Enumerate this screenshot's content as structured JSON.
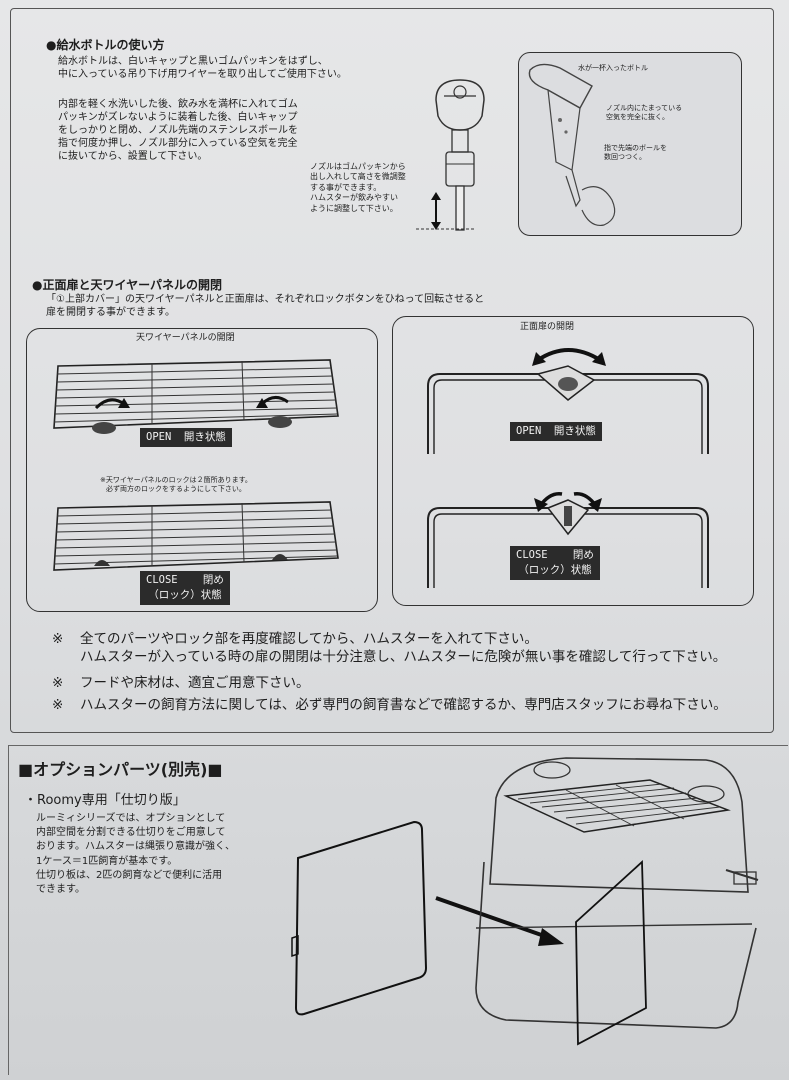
{
  "bottle_section": {
    "title": "●給水ボトルの使い方",
    "intro": "給水ボトルは、白いキャップと黒いゴムパッキンをはずし、\n中に入っている吊り下げ用ワイヤーを取り出してご使用下さい。",
    "steps": "内部を軽く水洗いした後、飲み水を満杯に入れてゴム\nパッキンがズレないように装着した後、白いキャップ\nをしっかりと閉め、ノズル先端のステンレスボールを\n指で何度か押し、ノズル部分に入っている空気を完全\nに抜いてから、設置して下さい。",
    "nozzle_note": "ノズルはゴムパッキンから\n出し入れして高さを微調整\nする事ができます。\nハムスターが飲みやすい\nように調整して下さい。",
    "photo_label_1": "水が一杯入ったボトル",
    "photo_label_2": "ノズル内にたまっている\n空気を完全に抜く。",
    "photo_label_3": "指で先端のボールを\n数回つつく。"
  },
  "door_section": {
    "title": "●正面扉と天ワイヤーパネルの開閉",
    "desc": "「①上部カバー」の天ワイヤーパネルと正面扉は、それぞれロックボタンをひねって回転させると\n扉を開閉する事ができます。",
    "left_panel_title": "天ワイヤーパネルの開閉",
    "right_panel_title": "正面扉の開閉",
    "open_label": "OPEN  開き状態",
    "close_label": "CLOSE    閉め\n（ロック）状態",
    "lock_note": "※天ワイヤーパネルのロックは２箇所あります。\n必ず両方のロックをするようにして下さい。"
  },
  "notes": [
    {
      "mark": "※",
      "text": "全てのパーツやロック部を再度確認してから、ハムスターを入れて下さい。\nハムスターが入っている時の扉の開閉は十分注意し、ハムスターに危険が無い事を確認して行って下さい。"
    },
    {
      "mark": "※",
      "text": "フードや床材は、適宜ご用意下さい。"
    },
    {
      "mark": "※",
      "text": "ハムスターの飼育方法に関しては、必ず専門の飼育書などで確認するか、専門店スタッフにお尋ね下さい。"
    }
  ],
  "options": {
    "title": "■オプションパーツ(別売)■",
    "product_heading": "・Roomy専用「仕切り版」",
    "product_desc": "ルーミィシリーズでは、オプションとして\n内部空間を分割できる仕切りをご用意して\nおります。ハムスターは縄張り意識が強く、\n1ケース＝1匹飼育が基本です。\n仕切り板は、2匹の飼育などで便利に活用\nできます。"
  },
  "colors": {
    "ink": "#1e1e1e",
    "label_bg": "#2b2b2b",
    "paper": "#e2e3e5"
  }
}
